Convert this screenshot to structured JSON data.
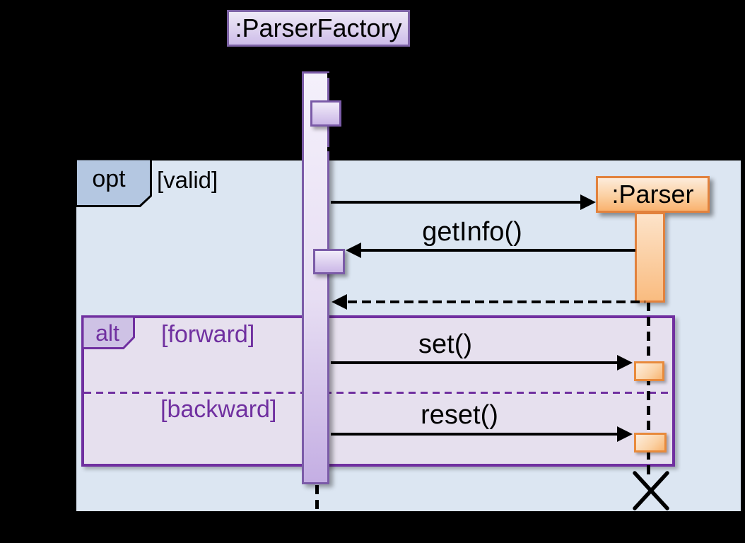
{
  "diagram": {
    "kind": "uml-sequence-diagram",
    "objects": {
      "factory": {
        "label": ":ParserFactory"
      },
      "parser": {
        "label": ":Parser"
      }
    },
    "fragments": {
      "opt": {
        "operator": "opt",
        "guard": "[valid]"
      },
      "alt": {
        "operator": "alt",
        "guard_top": "[forward]",
        "guard_bottom": "[backward]"
      }
    },
    "messages": {
      "create_parser": {
        "label": "",
        "style": "solid-arrow"
      },
      "get_info": {
        "label": "getInfo()",
        "style": "solid-arrow"
      },
      "return_info": {
        "label": "",
        "style": "dashed-arrow"
      },
      "set": {
        "label": "set()",
        "style": "solid-arrow"
      },
      "reset": {
        "label": "reset()",
        "style": "solid-arrow"
      }
    },
    "colors": {
      "background": "#000000",
      "purple_accent": "#7030a0",
      "lavender_border": "#7b5ba8",
      "lavender_fill_light": "#f4f0fb",
      "lavender_fill_dark": "#c4aee3",
      "opt_fill": "#dce6f2",
      "opt_label_fill": "#b4c7e1",
      "alt_fill": "#e6e0ee",
      "alt_label_fill": "#cec2e5",
      "orange_border": "#e2823d",
      "orange_fill_light": "#fdecdb",
      "orange_fill_dark": "#f9b26e",
      "message_color": "#000000"
    }
  }
}
